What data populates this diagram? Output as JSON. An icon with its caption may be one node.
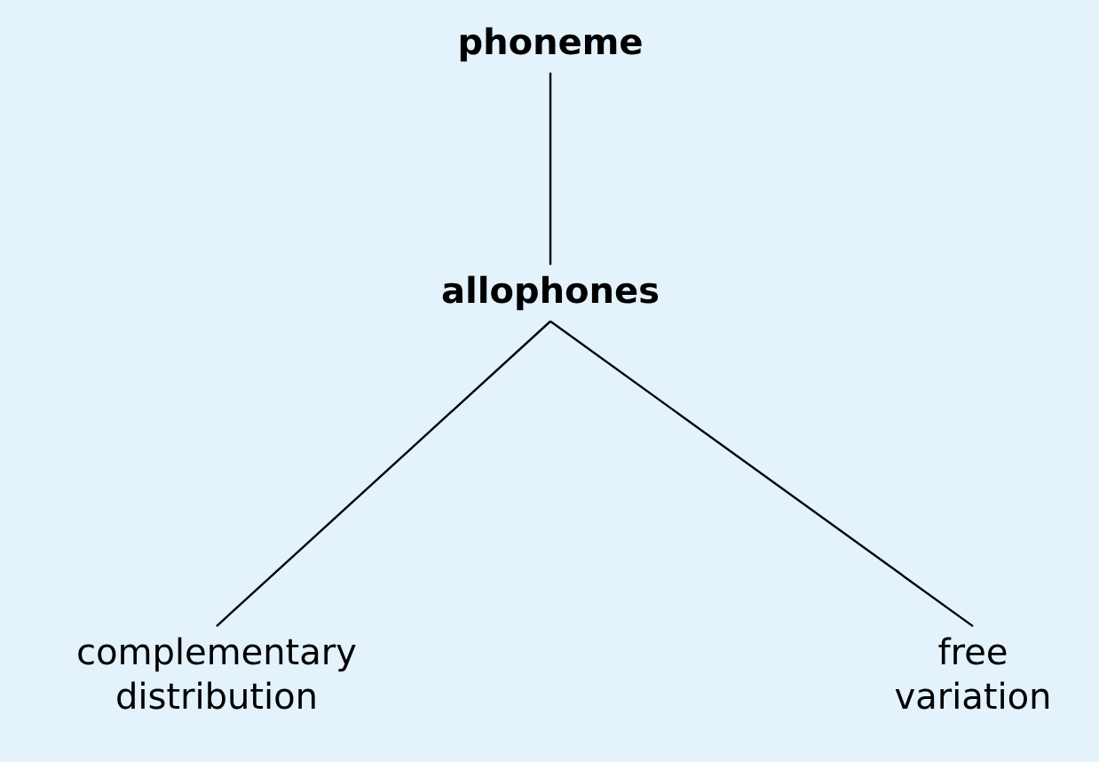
{
  "diagram": {
    "nodes": [
      {
        "text": [
          "phoneme"
        ]
      },
      {
        "text": [
          "allophones"
        ]
      },
      {
        "text": [
          "complementary distribution"
        ]
      },
      {
        "text": [
          "free variation"
        ]
      }
    ],
    "edges": [
      {
        "from": 0,
        "to": 1,
        "arrow": "none"
      },
      {
        "from": 1,
        "to": 2,
        "arrow": "none"
      },
      {
        "from": 1,
        "to": 3,
        "arrow": "none"
      }
    ]
  }
}
